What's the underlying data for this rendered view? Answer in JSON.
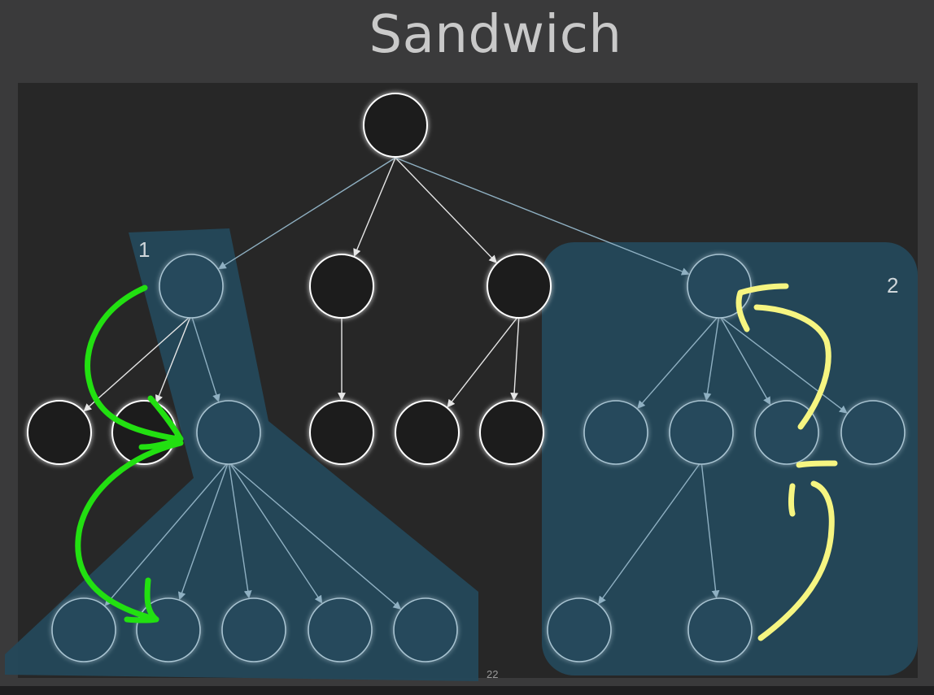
{
  "slide": {
    "title": "Sandwich",
    "page_number": "22"
  },
  "regions": [
    {
      "id": "region-1",
      "label": "1"
    },
    {
      "id": "region-2",
      "label": "2"
    }
  ],
  "colors": {
    "background": "#3a3a3b",
    "panel": "#272727",
    "highlight": "#24485a",
    "node_stroke": "#ffffff",
    "green_arrow": "#22e011",
    "yellow_arrow": "#f6f581"
  },
  "tree": {
    "root": "root",
    "edges": [
      [
        "root",
        "a"
      ],
      [
        "root",
        "b"
      ],
      [
        "root",
        "c"
      ],
      [
        "root",
        "d"
      ],
      [
        "a",
        "a1"
      ],
      [
        "a",
        "a2"
      ],
      [
        "a",
        "a3"
      ],
      [
        "b",
        "b1"
      ],
      [
        "c",
        "c1"
      ],
      [
        "c",
        "c2"
      ],
      [
        "d",
        "d1"
      ],
      [
        "d",
        "d2"
      ],
      [
        "d",
        "d3"
      ],
      [
        "d",
        "d4"
      ],
      [
        "a3",
        "a3a"
      ],
      [
        "a3",
        "a3b"
      ],
      [
        "a3",
        "a3c"
      ],
      [
        "a3",
        "a3d"
      ],
      [
        "a3",
        "a3e"
      ],
      [
        "d2",
        "d2a"
      ],
      [
        "d2",
        "d2b"
      ]
    ]
  }
}
